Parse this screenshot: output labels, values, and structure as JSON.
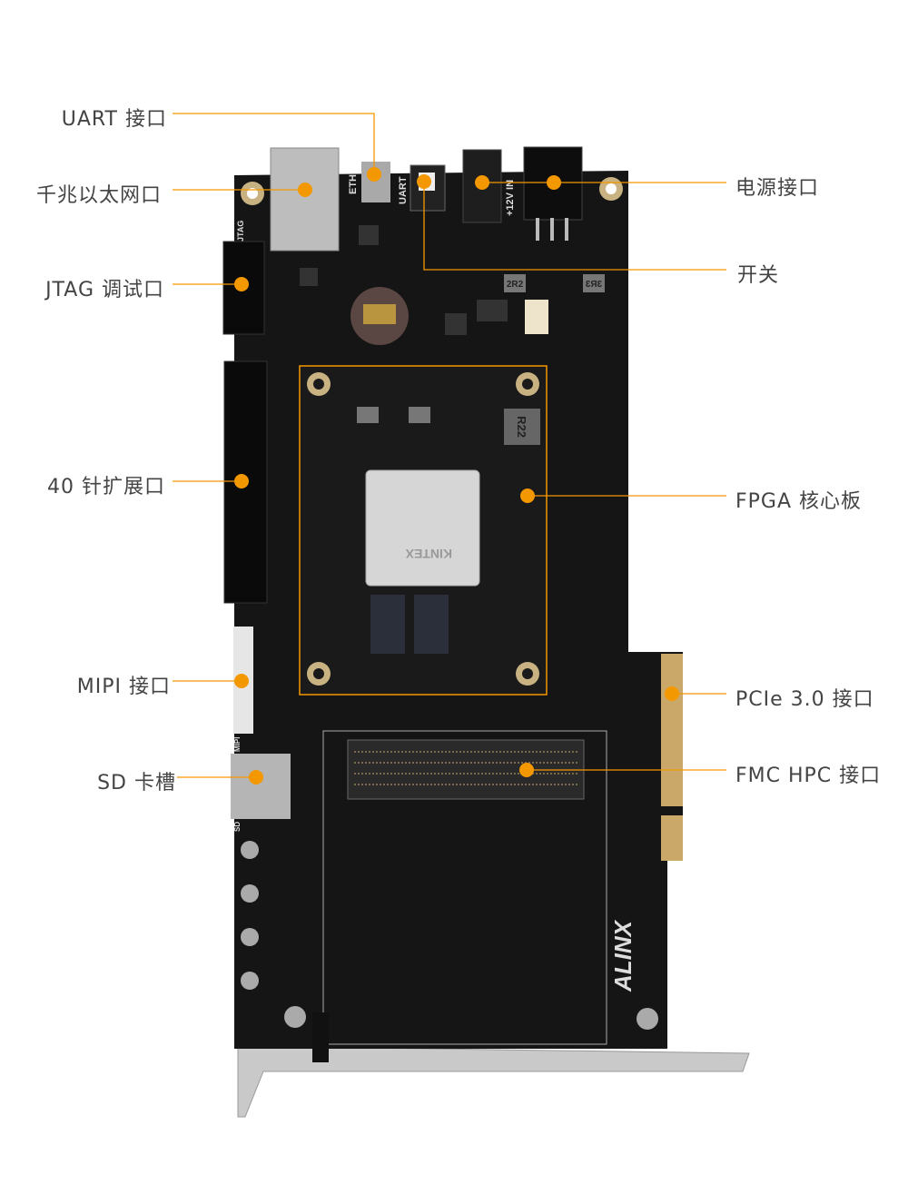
{
  "accent_color": "#f39800",
  "board_color": "#151515",
  "labels": {
    "uart": "UART 接口",
    "ethernet": "千兆以太网口",
    "jtag": "JTAG 调试口",
    "gpio40": "40 针扩展口",
    "mipi": "MIPI 接口",
    "sd": "SD 卡槽",
    "power": "电源接口",
    "switch": "开关",
    "fpga": "FPGA 核心板",
    "pcie": "PCIe 3.0 接口",
    "fmc": "FMC HPC 接口"
  },
  "silkscreen": {
    "eth": "ETH",
    "uart": "UART",
    "power_in": "+12V IN",
    "jtag": "JTAG",
    "mipi": "MIPI",
    "sd": "SD",
    "brand": "ALINX",
    "chip_brand": "KINTEX",
    "inductor_1": "2R2",
    "inductor_2": "3R3",
    "inductor_3": "R22"
  }
}
